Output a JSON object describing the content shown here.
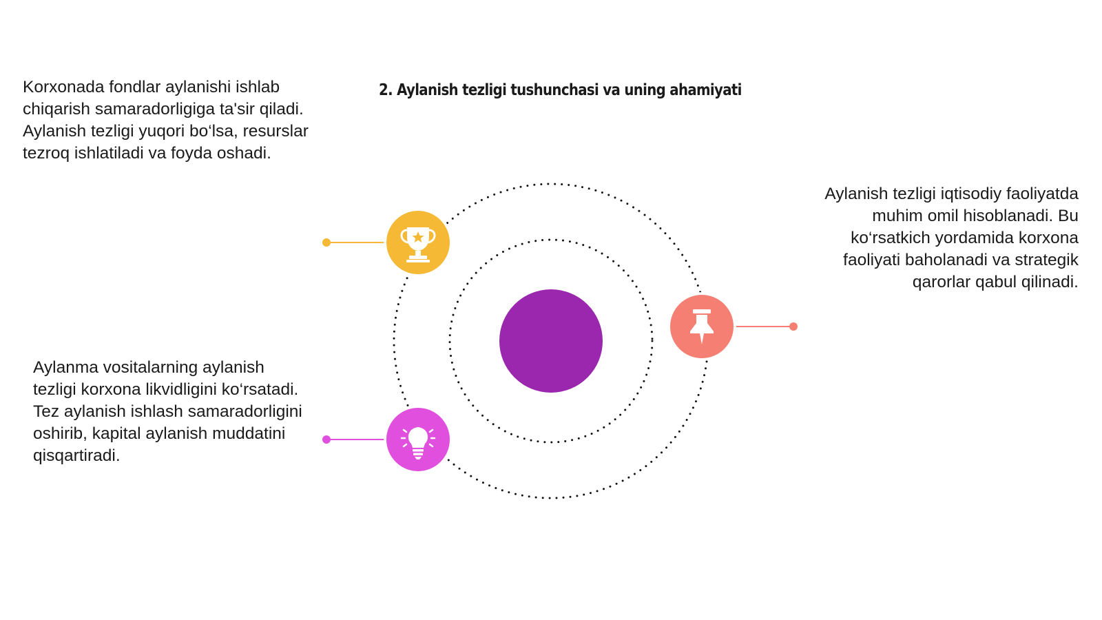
{
  "title": "2. Aylanish tezligi tushunchasi va uning ahamiyati",
  "blocks": [
    {
      "text": "Korxonada fondlar aylanishi ishlab chiqarish samaradorligiga ta'sir qiladi. Aylanish tezligi yuqori bo‘lsa, resurslar tezroq ishlatiladi va foyda oshadi.",
      "color": "#F5B935",
      "icon": "trophy-icon"
    },
    {
      "text": "Aylanma vositalarning aylanish tezligi korxona likvidligini ko‘rsatadi. Tez aylanish ishlash samaradorligini oshirib, kapital aylanish muddatini qisqartiradi.",
      "color": "#E04FDE",
      "icon": "lightbulb-icon"
    },
    {
      "text": "Aylanish tezligi iqtisodiy faoliyatda muhim omil hisoblanadi. Bu ko‘rsatkich yordamida korxona faoliyati baholanadi va strategik qarorlar qabul qilinadi.",
      "color": "#F47F72",
      "icon": "pushpin-icon"
    }
  ],
  "center_color": "#9B27AF"
}
